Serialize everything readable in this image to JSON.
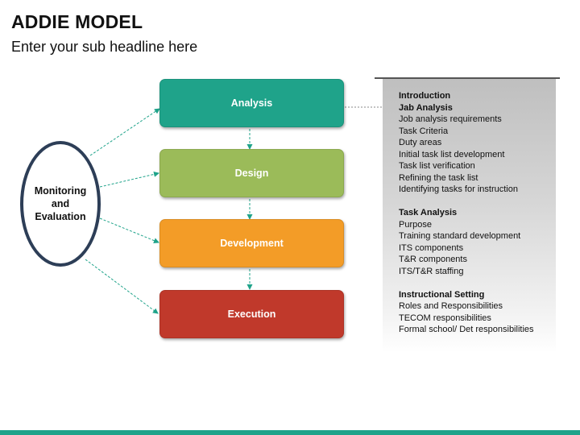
{
  "header": {
    "title": "ADDIE MODEL",
    "subtitle": "Enter your sub headline here"
  },
  "stages": [
    {
      "label": "Analysis",
      "color": "#1fa38a"
    },
    {
      "label": "Design",
      "color": "#9bbb59"
    },
    {
      "label": "Development",
      "color": "#f39c27"
    },
    {
      "label": "Execution",
      "color": "#c0392b"
    }
  ],
  "monitor": {
    "lines": [
      "Monitoring",
      "and",
      "Evaluation"
    ],
    "border_color": "#2d3e57"
  },
  "connector_color": "#1fa38a",
  "details": {
    "sections": [
      {
        "heading": "Introduction",
        "subheading": "Jab Analysis",
        "items": [
          "Job analysis requirements",
          "Task Criteria",
          "Duty areas",
          "Initial task list development",
          "Task list verification",
          "Refining the task list",
          "Identifying tasks for instruction"
        ]
      },
      {
        "heading": "Task Analysis",
        "items": [
          "Purpose",
          "Training standard development",
          "ITS components",
          "T&R components",
          "ITS/T&R staffing"
        ]
      },
      {
        "heading": "Instructional Setting",
        "items": [
          "Roles and Responsibilities",
          "TECOM responsibilities",
          "Formal school/ Det responsibilities"
        ]
      }
    ]
  }
}
